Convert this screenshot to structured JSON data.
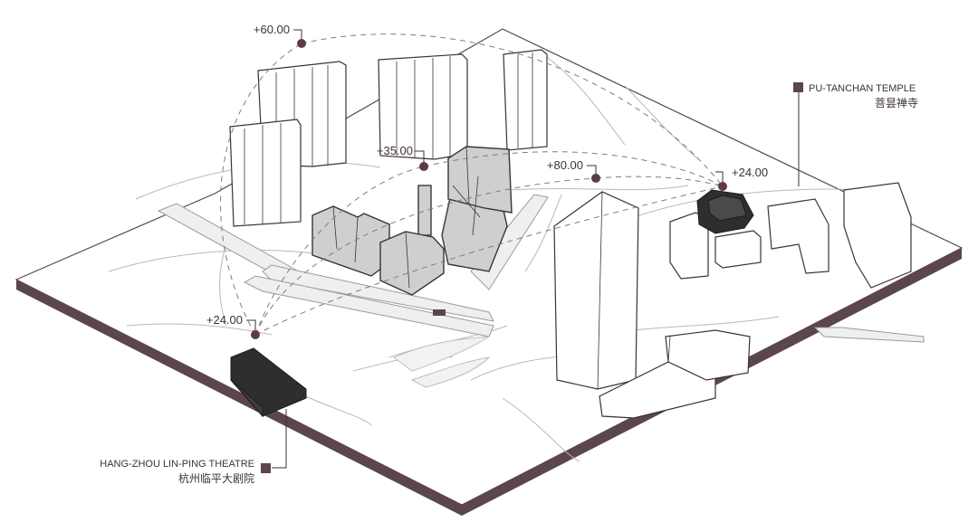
{
  "colors": {
    "base_edge": "#5a464c",
    "plate": "#ffffff",
    "line": "#9a9a9a",
    "building_stroke": "#3d3235",
    "grey_building": "#cfcfcf",
    "dark_building": "#2e2e2e",
    "marker": "#5e3b45",
    "sight_line": "#7d7d7d"
  },
  "elevations": {
    "e60": "+60.00",
    "e35": "+35.00",
    "e80": "+80.00",
    "e24_temple": "+24.00",
    "e24_theatre": "+24.00"
  },
  "temple": {
    "name_en": "PU-TANCHAN TEMPLE",
    "name_cn": "菩昙禅寺"
  },
  "theatre": {
    "name_en": "HANG-ZHOU LIN-PING THEATRE",
    "name_cn": "杭州临平大剧院"
  },
  "icons": {
    "legend_square": "filled-square",
    "viewpoint": "filled-circle"
  }
}
